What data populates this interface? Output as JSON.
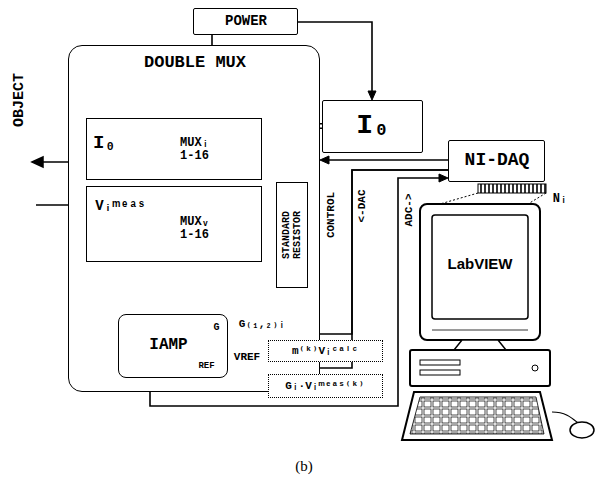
{
  "diagram": {
    "caption": "(b)",
    "nodes": [
      {
        "text": [
          "POWER"
        ]
      },
      {
        "text": [
          "DOUBLE MUX"
        ]
      },
      {
        "text": [
          "I₀",
          "MUXᵢ 1-16"
        ],
        "in": 1
      },
      {
        "text": [
          "Vᵢᵐᵉᵃˢ",
          "MUXᵥ 1-16"
        ],
        "in": 1
      },
      {
        "text": [
          "IAMP",
          "G",
          "REF"
        ],
        "in": 1
      },
      {
        "text": [
          "I₀"
        ]
      },
      {
        "text": [
          "STANDARD RESISTOR"
        ],
        "in": 1
      },
      {
        "text": [
          "NI-DAQ"
        ]
      },
      {
        "text": [
          "m⁽ᵏ⁾Vᵢᶜᵃˡᶜ"
        ]
      },
      {
        "text": [
          "Gᵢ·Vᵢᵐᵉᵃˢ⁽ᵏ⁾"
        ]
      }
    ],
    "edges": [
      {
        "from": 0,
        "to": 5,
        "arrow": "to"
      },
      {
        "from": 0,
        "to": 1,
        "arrow": "none"
      },
      {
        "from": 5,
        "to": 2,
        "arrow": "to"
      },
      {
        "from": 2,
        "to": 6,
        "arrow": "to"
      },
      {
        "from": 6,
        "to": 3,
        "arrow": "to"
      },
      {
        "from": 3,
        "to": 4,
        "arrow": "to"
      },
      {
        "from": 7,
        "to": 1,
        "arrow": "to"
      },
      {
        "from": 7,
        "to": 4,
        "arrow": "to"
      },
      {
        "from": 7,
        "to": 4,
        "arrow": "to"
      },
      {
        "from": 4,
        "to": 7,
        "arrow": "to"
      }
    ],
    "labels": [
      "OBJECT",
      "CONTROL",
      "<-DAC",
      "ADC->",
      "G₍₁,₂₎ᵢ",
      "VREF",
      "Nᵢ",
      "LabVIEW"
    ]
  }
}
